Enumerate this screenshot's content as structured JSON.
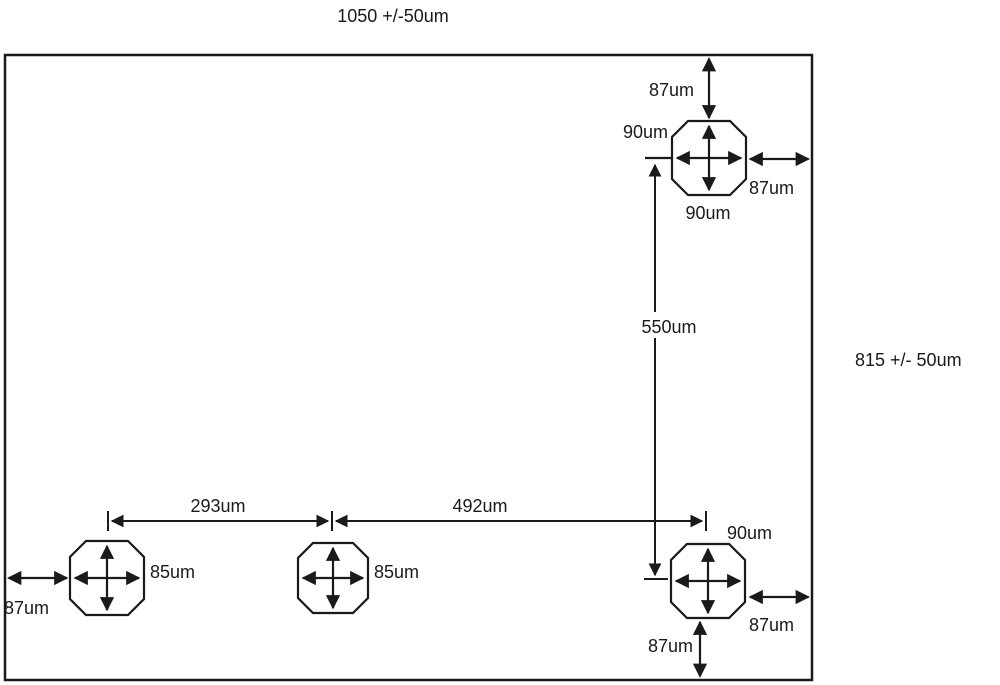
{
  "labels": {
    "die_width": "1050 +/-50um",
    "die_height": "815 +/- 50um"
  },
  "dimensions": {
    "pad_pitch_left": "293um",
    "pad_pitch_right": "492um",
    "pad_pitch_vertical": "550um"
  },
  "pads": {
    "top_right": {
      "top_gap": "87um",
      "width": "90um",
      "height": "90um",
      "right_gap": "87um"
    },
    "bottom_left": {
      "left_gap": "87um",
      "size": "85um"
    },
    "bottom_middle": {
      "size": "85um"
    },
    "bottom_right": {
      "width": "90um",
      "right_gap": "87um",
      "bottom_gap": "87um"
    }
  },
  "colors": {
    "line": "#1a1a1a",
    "background": "#ffffff"
  }
}
